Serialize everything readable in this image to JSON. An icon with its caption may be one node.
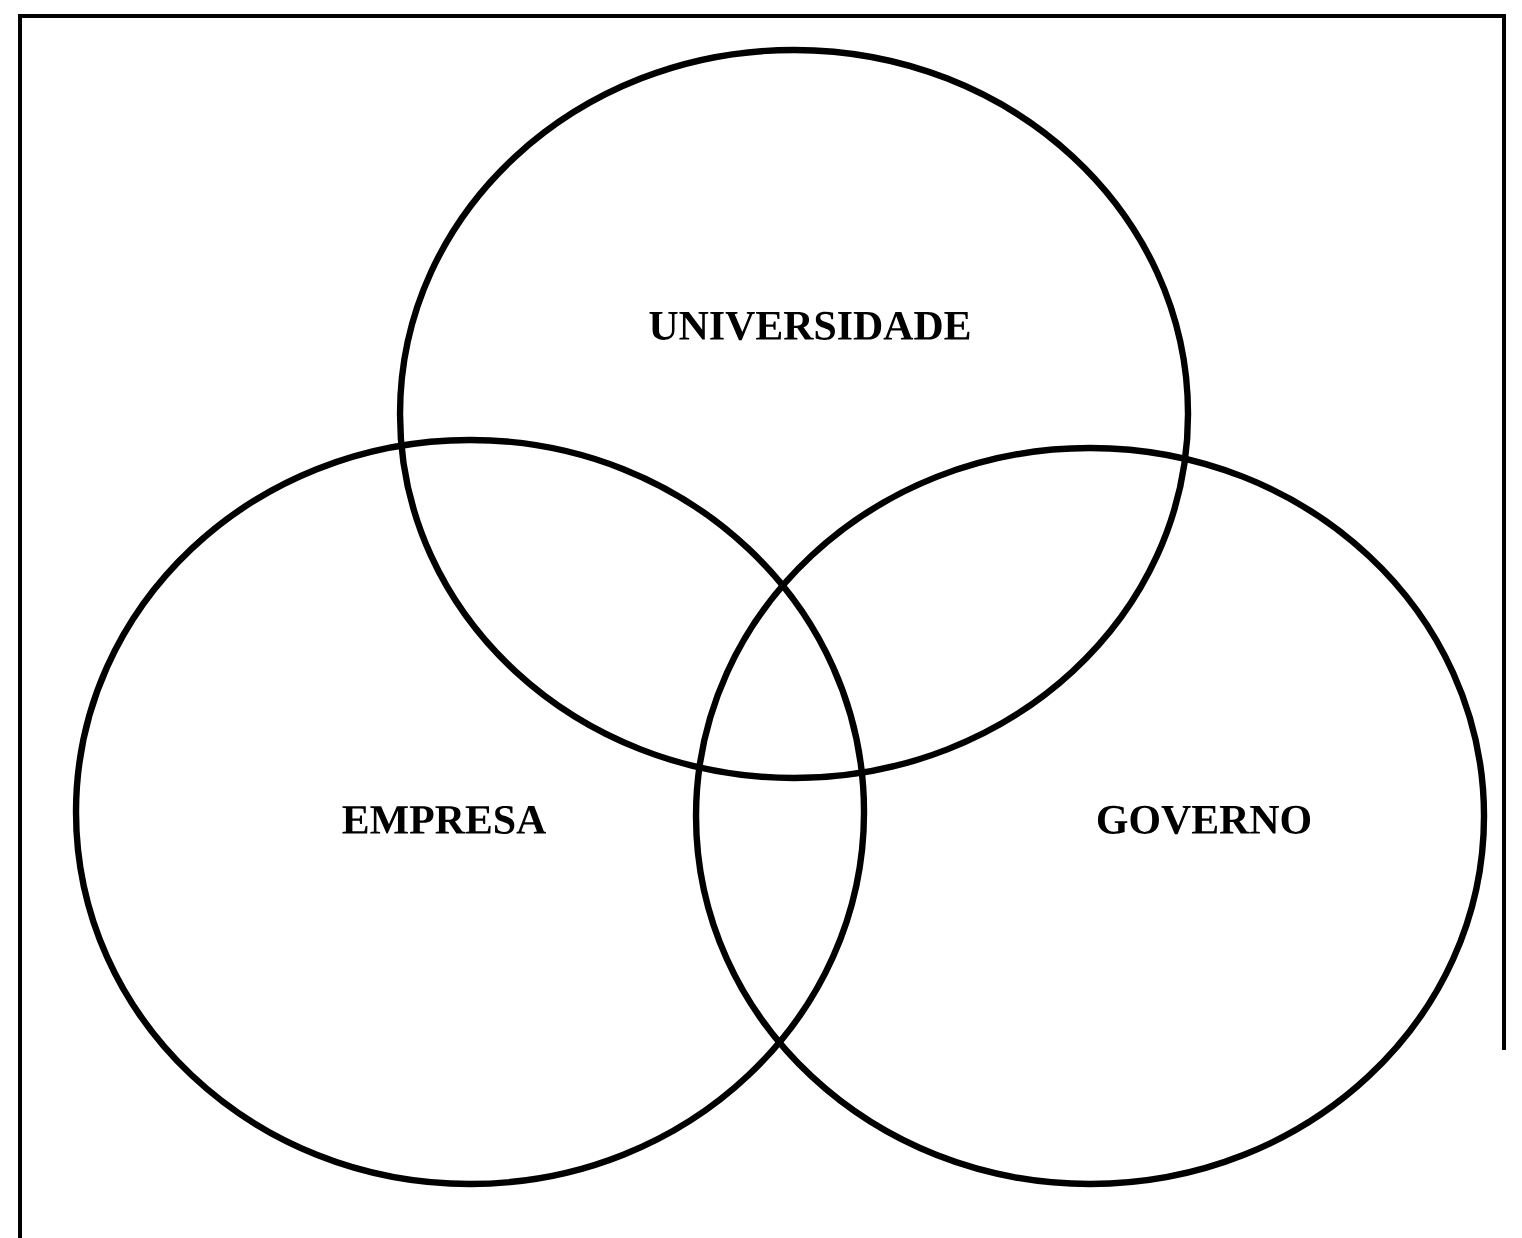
{
  "diagram": {
    "nodes": [
      {
        "text": [
          "UNIVERSIDADE"
        ]
      },
      {
        "text": [
          "EMPRESA"
        ]
      },
      {
        "text": [
          "GOVERNO"
        ]
      }
    ]
  }
}
